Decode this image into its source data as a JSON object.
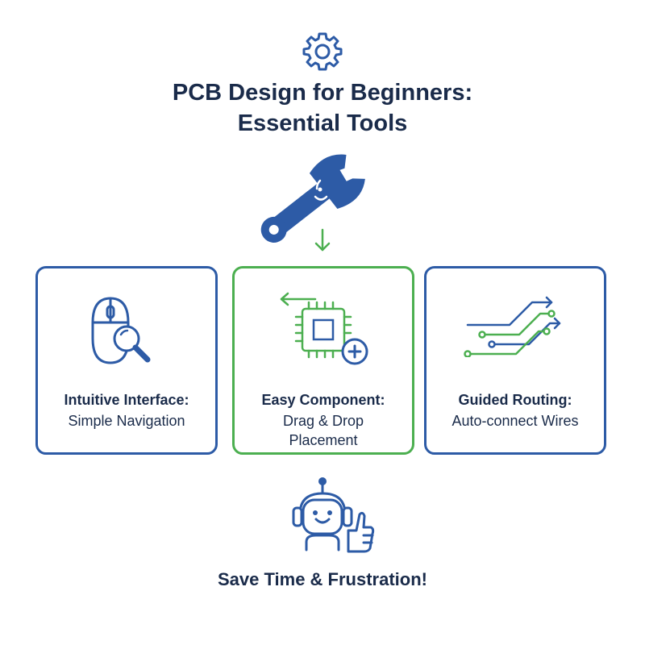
{
  "title": {
    "line1": "PCB Design for Beginners:",
    "line2": "Essential Tools"
  },
  "cards": [
    {
      "heading": "Intuitive Interface:",
      "sub_line1": "Simple Navigation",
      "icon": "mouse-magnifier-icon",
      "border_color": "#2d5ba6"
    },
    {
      "heading": "Easy Component:",
      "sub_line1": "Drag & Drop",
      "sub_line2": "Placement",
      "icon": "chip-add-icon",
      "border_color": "#4caf50"
    },
    {
      "heading": "Guided Routing:",
      "sub_line1": "Auto-connect Wires",
      "icon": "circuit-traces-icon",
      "border_color": "#2d5ba6"
    }
  ],
  "tagline": "Save Time & Frustration!",
  "colors": {
    "navy": "#1a2b4a",
    "blue": "#2d5ba6",
    "green": "#4caf50"
  }
}
